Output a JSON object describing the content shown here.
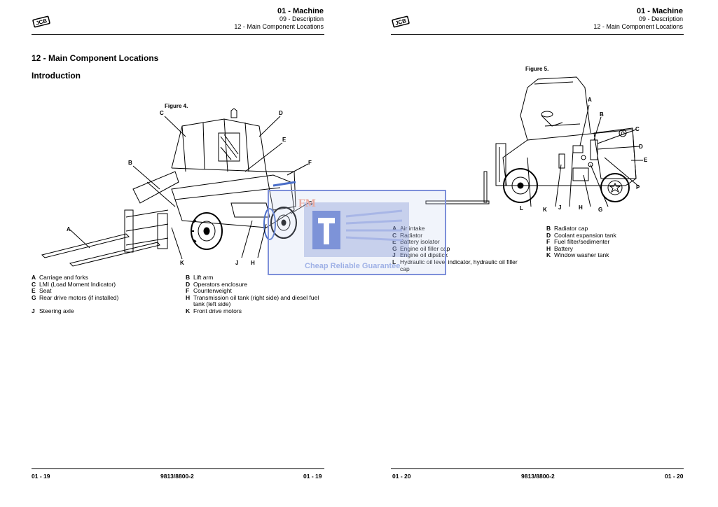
{
  "left_page": {
    "header": {
      "chapter": "01 - Machine",
      "section": "09 - Description",
      "topic": "12 - Main Component Locations"
    },
    "title": "12 - Main Component Locations",
    "subtitle": "Introduction",
    "figure_label": "Figure 4.",
    "callouts": [
      "A",
      "B",
      "C",
      "D",
      "E",
      "F",
      "G",
      "H",
      "J",
      "K"
    ],
    "legend_left": [
      {
        "key": "A",
        "text": "Carriage and forks"
      },
      {
        "key": "C",
        "text": "LMI (Load Moment Indicator)"
      },
      {
        "key": "E",
        "text": "Seat"
      },
      {
        "key": "G",
        "text": "Rear drive motors (if installed)"
      },
      {
        "key": "",
        "text": ""
      },
      {
        "key": "J",
        "text": "Steering axle"
      }
    ],
    "legend_right": [
      {
        "key": "B",
        "text": "Lift arm"
      },
      {
        "key": "D",
        "text": "Operators enclosure"
      },
      {
        "key": "F",
        "text": "Counterweight"
      },
      {
        "key": "H",
        "text": "Transmission oil tank (right side) and diesel fuel"
      },
      {
        "key": "",
        "text": "tank (left side)"
      },
      {
        "key": "K",
        "text": "Front drive motors"
      }
    ],
    "footer": {
      "page": "01 - 19",
      "doc": "9813/8800-2",
      "page_right": "01 - 19"
    }
  },
  "right_page": {
    "header": {
      "chapter": "01 - Machine",
      "section": "09 - Description",
      "topic": "12 - Main Component Locations"
    },
    "figure_label": "Figure 5.",
    "callouts": [
      "A",
      "B",
      "C",
      "D",
      "E",
      "F",
      "G",
      "H",
      "J",
      "K",
      "L"
    ],
    "legend_left": [
      {
        "key": "A",
        "text": "Air intake"
      },
      {
        "key": "C",
        "text": "Radiator"
      },
      {
        "key": "E",
        "text": "Battery isolator"
      },
      {
        "key": "G",
        "text": "Engine oil filler cap"
      },
      {
        "key": "J",
        "text": "Engine oil dipstick"
      },
      {
        "key": "L",
        "text": "Hydraulic oil level indicator, hydraulic oil filler"
      },
      {
        "key": "",
        "text": "cap"
      }
    ],
    "legend_right": [
      {
        "key": "B",
        "text": "Radiator cap"
      },
      {
        "key": "D",
        "text": "Coolant expansion tank"
      },
      {
        "key": "F",
        "text": "Fuel filter/sedimenter"
      },
      {
        "key": "H",
        "text": "Battery"
      },
      {
        "key": "K",
        "text": "Window washer tank"
      }
    ],
    "footer": {
      "page": "01 - 20",
      "doc": "9813/8800-2",
      "page_right": "01 - 20"
    }
  },
  "watermark": {
    "logo": "FM",
    "text": "Cheap Reliable Guarantee"
  },
  "brand": {
    "logo_text": "JCB"
  }
}
